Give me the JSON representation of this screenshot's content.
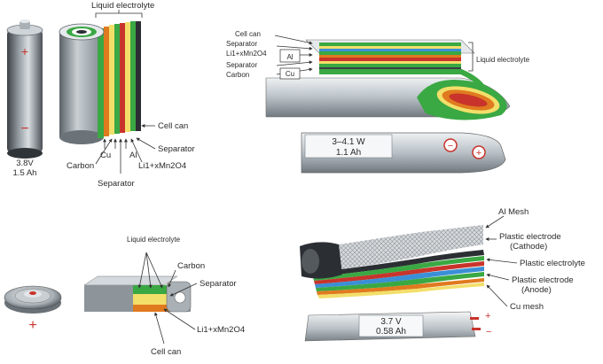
{
  "cylindrical": {
    "battery_voltage": "3.8V",
    "battery_capacity": "1.5 Ah",
    "plus_sign": "+",
    "minus_sign": "−",
    "labels": {
      "liquid_electrolyte": "Liquid electrolyte",
      "cell_can": "Cell can",
      "separator_right": "Separator",
      "carbon": "Carbon",
      "cu": "Cu",
      "al": "Al",
      "cathode": "Li1+xMn2O4",
      "separator_bottom": "Separator"
    }
  },
  "prismatic": {
    "labels": {
      "cell_can": "Cell can",
      "separator_1": "Separator",
      "cathode": "Li1+xMn2O4",
      "al": "Al",
      "separator_2": "Separator",
      "carbon": "Carbon",
      "cu": "Cu",
      "liquid_electrolyte": "Liquid electrolyte"
    },
    "battery_voltage": "3–4.1 W",
    "battery_capacity": "1.1 Ah",
    "minus_sign": "−",
    "plus_sign": "+"
  },
  "coin": {
    "plus_sign": "+",
    "labels": {
      "liquid_electrolyte": "Liquid electrolyte",
      "carbon": "Carbon",
      "separator": "Separator",
      "cathode": "Li1+xMn2O4",
      "cell_can": "Cell can"
    }
  },
  "thin": {
    "labels": {
      "al_mesh": "Al Mesh",
      "plastic_cathode": "Plastic electrode",
      "plastic_cathode_sub": "(Cathode)",
      "plastic_electrolyte": "Plastic electrolyte",
      "plastic_anode": "Plastic electrode",
      "plastic_anode_sub": "(Anode)",
      "cu_mesh": "Cu mesh"
    },
    "battery_voltage": "3.7 V",
    "battery_capacity": "0.58 Ah",
    "plus_sign": "+",
    "minus_sign": "−"
  },
  "colors": {
    "green": "#3aa843",
    "orange": "#e07a1f",
    "yellow": "#f2df6a",
    "red": "#c8342b",
    "blue": "#3b8fd6",
    "grey": "#8a9299",
    "dark": "#2b2f33"
  }
}
